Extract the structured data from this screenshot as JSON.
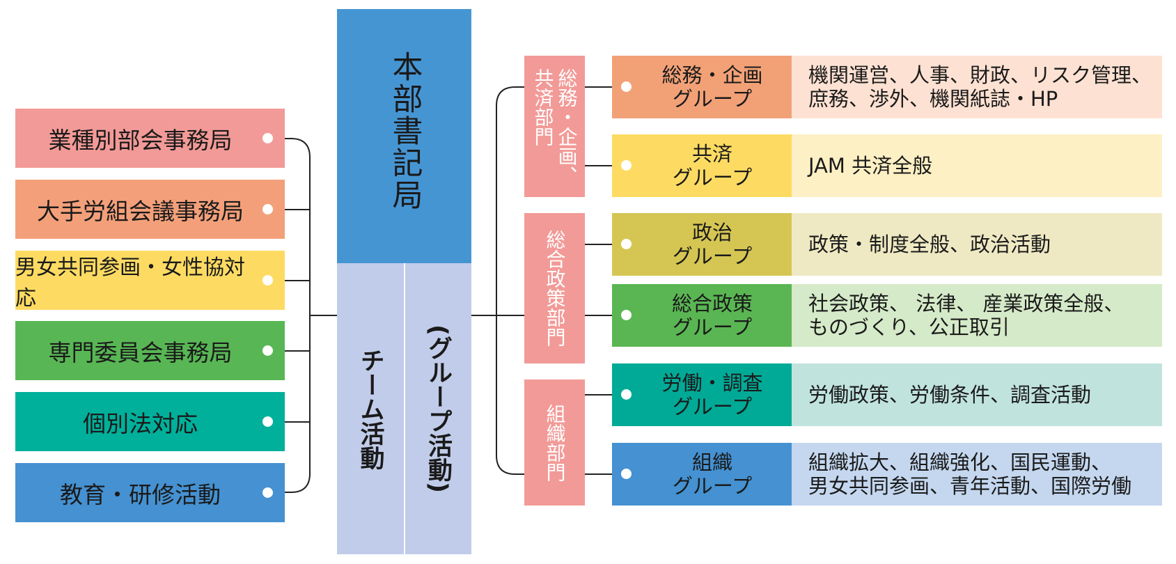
{
  "center": {
    "title": "本部書記局",
    "left_label": "チーム活動",
    "right_label": "(グループ活動)"
  },
  "teams": [
    {
      "label": "業種別部会事務局",
      "color": "#f29a97"
    },
    {
      "label": "大手労組会議事務局",
      "color": "#f3a07a"
    },
    {
      "label": "男女共同参画・女性協対応",
      "color": "#fddb62"
    },
    {
      "label": "専門委員会事務局",
      "color": "#58b754"
    },
    {
      "label": "個別法対応",
      "color": "#00b09b"
    },
    {
      "label": "教育・研修活動",
      "color": "#4591d1"
    }
  ],
  "departments": [
    {
      "label": "総務・企画、\n共済部門"
    },
    {
      "label": "総合政策部門"
    },
    {
      "label": "組織部門"
    }
  ],
  "groups": [
    {
      "name": "総務・企画\nグループ",
      "desc": "機関運営、人事、財政、リスク管理、\n庶務、渉外、機関紙誌・HP",
      "color": "#f2a177",
      "light": "#fde1d2"
    },
    {
      "name": "共済\nグループ",
      "desc": "JAM 共済全般",
      "color": "#fddb62",
      "light": "#fdf0c4"
    },
    {
      "name": "政治\nグループ",
      "desc": "政策・制度全般、政治活動",
      "color": "#d5c653",
      "light": "#efe9c3"
    },
    {
      "name": "総合政策\nグループ",
      "desc": "社会政策、 法律、 産業政策全般、\nものづくり、公正取引",
      "color": "#5ab653",
      "light": "#d5eac8"
    },
    {
      "name": "労働・調査\nグループ",
      "desc": "労働政策、労働条件、調査活動",
      "color": "#00aa97",
      "light": "#c0e3de"
    },
    {
      "name": "組織\nグループ",
      "desc": "組織拡大、組織強化、国民運動、\n男女共同参画、青年活動、国際労働",
      "color": "#4591d1",
      "light": "#c4d7ef"
    }
  ]
}
